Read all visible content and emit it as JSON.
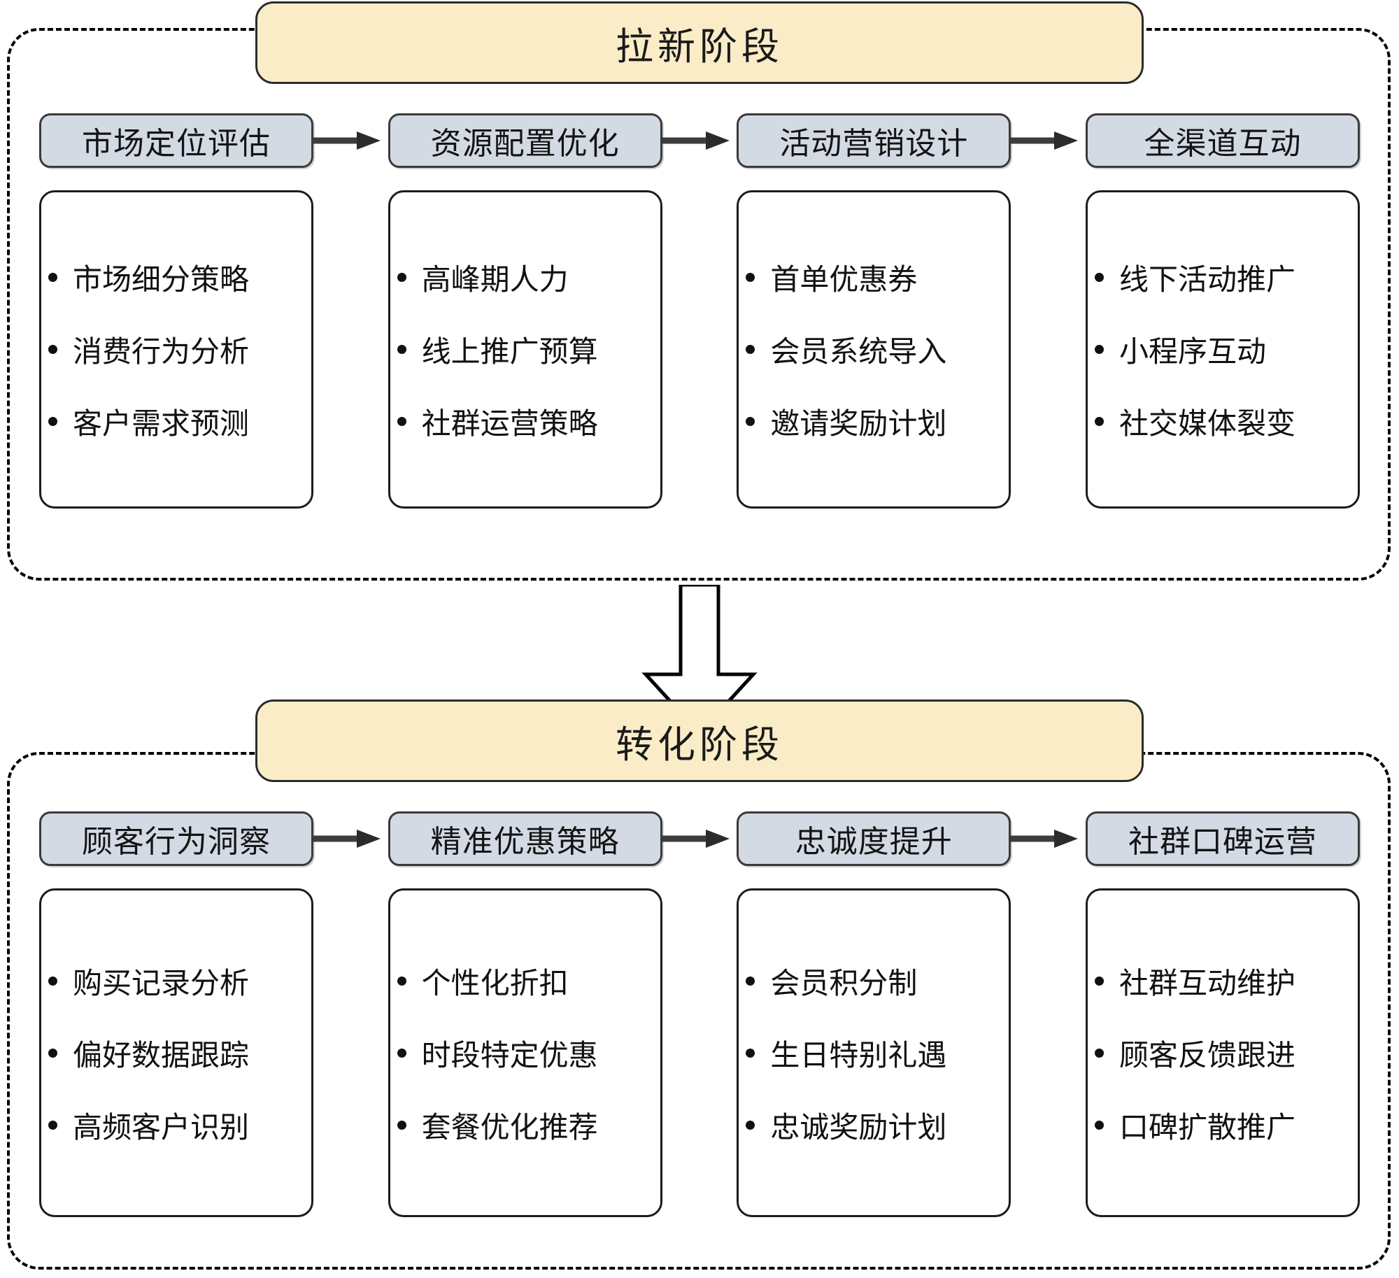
{
  "diagram": {
    "type": "flow-diagram",
    "title_color": "#fbecc8",
    "step_color": "#d3dae4",
    "border_color": "#000000",
    "flow_arrow_label": "down-arrow",
    "phases": [
      {
        "title": "拉新阶段",
        "columns": [
          {
            "header": "市场定位评估",
            "items": [
              "市场细分策略",
              "消费行为分析",
              "客户需求预测"
            ]
          },
          {
            "header": "资源配置优化",
            "items": [
              "高峰期人力",
              "线上推广预算",
              "社群运营策略"
            ]
          },
          {
            "header": "活动营销设计",
            "items": [
              "首单优惠券",
              "会员系统导入",
              "邀请奖励计划"
            ]
          },
          {
            "header": "全渠道互动",
            "items": [
              "线下活动推广",
              "小程序互动",
              "社交媒体裂变"
            ]
          }
        ]
      },
      {
        "title": "转化阶段",
        "columns": [
          {
            "header": "顾客行为洞察",
            "items": [
              "购买记录分析",
              "偏好数据跟踪",
              "高频客户识别"
            ]
          },
          {
            "header": "精准优惠策略",
            "items": [
              "个性化折扣",
              "时段特定优惠",
              "套餐优化推荐"
            ]
          },
          {
            "header": "忠诚度提升",
            "items": [
              "会员积分制",
              "生日特别礼遇",
              "忠诚奖励计划"
            ]
          },
          {
            "header": "社群口碑运营",
            "items": [
              "社群互动维护",
              "顾客反馈跟进",
              "口碑扩散推广"
            ]
          }
        ]
      }
    ]
  }
}
